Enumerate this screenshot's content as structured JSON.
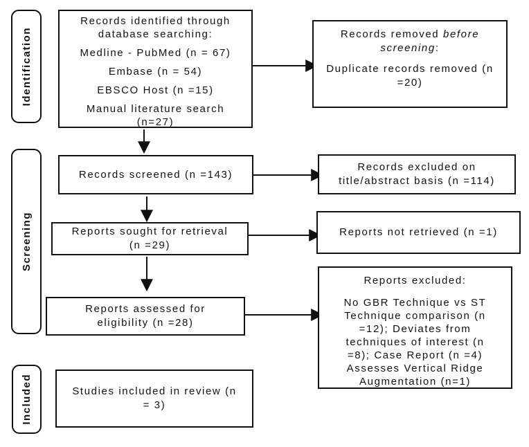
{
  "diagram": {
    "stage_labels": {
      "identification": "Identification",
      "screening": "Screening",
      "included": "Included"
    },
    "boxes": {
      "identified": {
        "title": "Records identified through database searching:",
        "sources": [
          "Medline - PubMed (n = 67)",
          "Embase (n = 54)",
          "EBSCO Host (n =15)",
          "Manual literature search (n=27)"
        ]
      },
      "removed": {
        "title_prefix": "Records removed ",
        "title_italic": "before screening",
        "title_suffix": ":",
        "body": "Duplicate records removed (n =20)"
      },
      "screened": {
        "text": "Records screened (n =143)"
      },
      "excluded_title_abstract": {
        "text": "Records excluded on title/abstract basis (n =114)"
      },
      "sought": {
        "text": "Reports sought for retrieval (n =29)"
      },
      "not_retrieved": {
        "text": "Reports not retrieved (n =1)"
      },
      "assessed": {
        "text": "Reports assessed for eligibility (n =28)"
      },
      "reports_excluded": {
        "title": "Reports excluded:",
        "body": "No GBR Technique vs ST Technique comparison (n =12); Deviates from techniques of interest (n =8); Case Report (n =4) Assesses Vertical Ridge Augmentation (n=1)"
      },
      "included_review": {
        "text": "Studies included in review (n = 3)"
      }
    }
  }
}
